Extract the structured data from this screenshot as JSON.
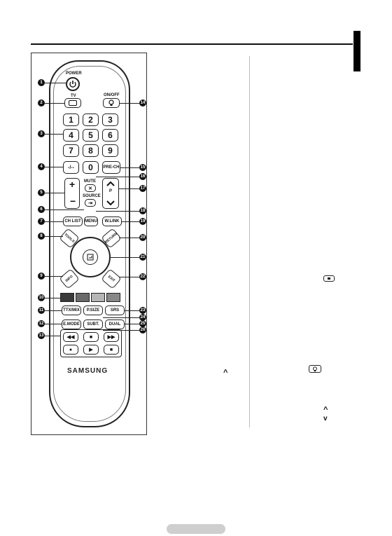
{
  "remote": {
    "power_label": "POWER",
    "tv_label": "TV",
    "onoff_label": "ON/OFF",
    "numbers": [
      "1",
      "2",
      "3",
      "4",
      "5",
      "6",
      "7",
      "8",
      "9",
      "0"
    ],
    "dash_key": "-/--",
    "prech_key": "PRE-CH",
    "mute_label": "MUTE",
    "source_label": "SOURCE",
    "p_label": "P",
    "ch_list_key": "CH LIST",
    "menu_key": "MENU",
    "wiselink_key": "W.LINK",
    "tools_key": "TOOLS",
    "return_key": "RETURN",
    "info_key": "INFO",
    "exit_key": "EXIT",
    "color_keys": [
      "#3a3a3a",
      "#6a6a6a",
      "#b5b5b5",
      "#888888"
    ],
    "ttx_key": "TTX/MIX",
    "psize_key": "P.SIZE",
    "srs_key": "SRS",
    "emode_key": "E.MODE",
    "subt_key": "SUBT.",
    "dual_key": "DUAL",
    "transport_top": [
      "◀◀",
      "■",
      "▶▶"
    ],
    "transport_bottom": [
      "●",
      "▶",
      "■"
    ],
    "brand": "SAMSUNG"
  },
  "callouts": {
    "left": [
      "1",
      "2",
      "3",
      "4",
      "5",
      "6",
      "7",
      "8",
      "9",
      "10",
      "11",
      "12",
      "13"
    ],
    "right": [
      "14",
      "15",
      "16",
      "17",
      "18",
      "19",
      "20",
      "21",
      "22",
      "23",
      "24",
      "25",
      "26"
    ]
  },
  "side_icons": {
    "enter_icon": "enter-icon",
    "caret_up": "^",
    "light_icon": "light-icon",
    "ch_up": "^",
    "ch_down": "v"
  }
}
